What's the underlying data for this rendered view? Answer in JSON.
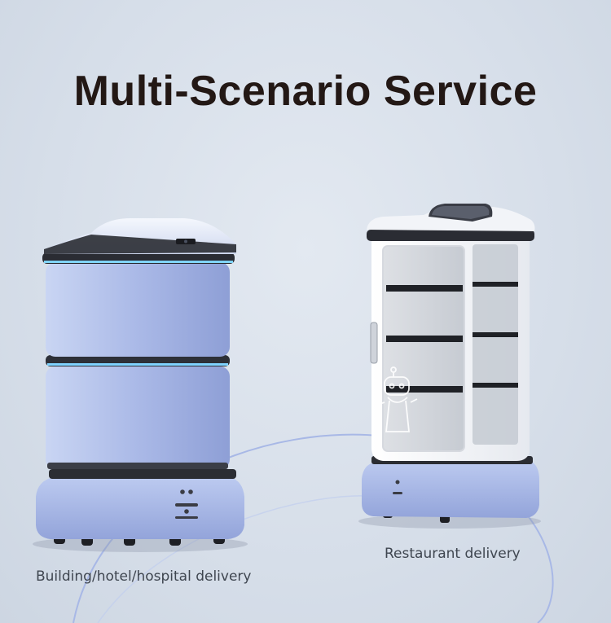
{
  "header": {
    "title": "Multi-Scenario Service"
  },
  "captions": {
    "left": "Building/hotel/hospital delivery",
    "right": "Restaurant delivery"
  },
  "colors": {
    "background": "#d6dee9",
    "robot_body": "#a9b9e6",
    "accent_glow": "#7fd3ff",
    "title_text": "#231815"
  }
}
